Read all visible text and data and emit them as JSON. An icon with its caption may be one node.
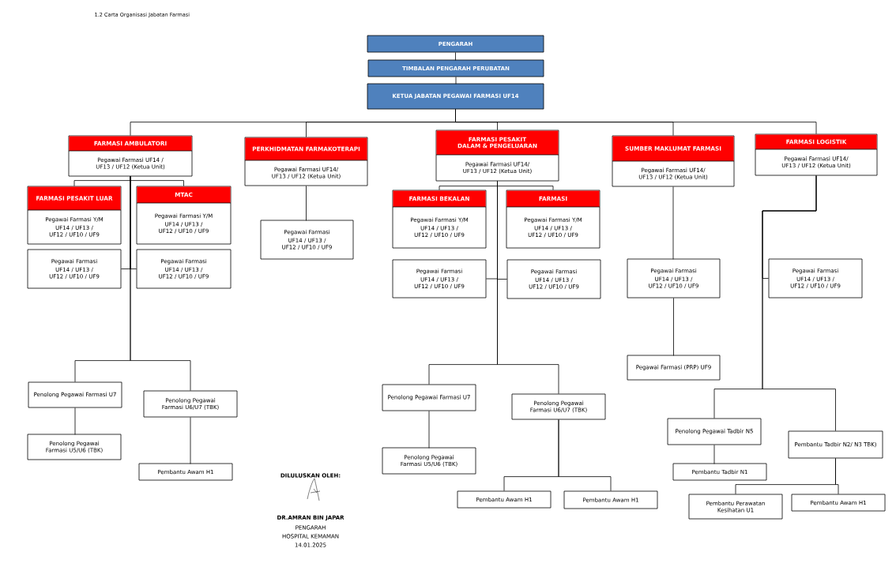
{
  "diagram": {
    "title": "1.2 Carta Organisasi Jabatan Farmasi",
    "nodes": [
      {
        "text": [
          "PENGARAH"
        ]
      },
      {
        "text": [
          "TIMBALAN PENGARAH PERUBATAN"
        ]
      },
      {
        "text": [
          "KETUA JABATAN PEGAWAI FARMASI UF14"
        ]
      },
      {
        "text": [
          "FARMASI AMBULATORI",
          "Pegawai Farmasi UF14 / UF13 / UF12 (Ketua Unit)"
        ]
      },
      {
        "text": [
          "FARMASI PESAKIT LUAR",
          "Pegawai Farmasi Y/M",
          "UF14 / UF13 / UF12 / UF10 / UF9"
        ]
      },
      {
        "text": [
          "MTAC",
          "Pegawai Farmasi Y/M",
          "UF14 / UF13 / UF12 / UF10 / UF9"
        ]
      },
      {
        "text": [
          "Pegawai Farmasi",
          "UF14 / UF13 / UF12 / UF10 / UF9"
        ]
      },
      {
        "text": [
          "Pegawai Farmasi",
          "UF14 / UF13 / UF12 / UF10 / UF9"
        ]
      },
      {
        "text": [
          "PERKHIDMATAN FARMAKOTERAPI",
          "Pegawai Farmasi UF14/ UF13 / UF12 (Ketua Unit)"
        ]
      },
      {
        "text": [
          "Pegawai Farmasi",
          "UF14 / UF13 / UF12 / UF10 / UF9"
        ]
      },
      {
        "text": [
          "FARMASI PESAKIT DALAM & PENGELUARAN",
          "Pegawai Farmasi UF14/ UF13 / UF12 (Ketua Unit)"
        ]
      },
      {
        "text": [
          "FARMASI BEKALAN",
          "Pegawai Farmasi Y/M",
          "UF14 / UF13 / UF12 / UF10 / UF9"
        ]
      },
      {
        "text": [
          "FARMASI",
          "Pegawai Farmasi Y/M",
          "UF14 / UF13 / UF12 / UF10 / UF9"
        ]
      },
      {
        "text": [
          "Pegawai Farmasi",
          "UF14 / UF13 / UF12 / UF10 / UF9"
        ]
      },
      {
        "text": [
          "Pegawai Farmasi",
          "UF14 / UF13 / UF12 / UF10 / UF9"
        ]
      },
      {
        "text": [
          "SUMBER MAKLUMAT FARMASI",
          "Pegawai Farmasi UF14/ UF13 / UF12 (Ketua Unit)"
        ]
      },
      {
        "text": [
          "FARMASI LOGISTIK",
          "Pegawai Farmasi UF14/ UF13 / UF12 (Ketua Unit)"
        ]
      },
      {
        "text": [
          "Pegawai Farmasi",
          "UF14 / UF13 / UF12 / UF10 / UF9"
        ]
      },
      {
        "text": [
          "Pegawai Farmasi (PRP) UF9"
        ]
      },
      {
        "text": [
          "Pegawai Farmasi",
          "UF14 / UF13 / UF12 / UF10 / UF9"
        ]
      },
      {
        "text": [
          "Penolong Pegawai Farmasi U7"
        ]
      },
      {
        "text": [
          "Penolong Pegawai Farmasi U6/U7 (TBK)"
        ]
      },
      {
        "text": [
          "Penolong Pegawai Farmasi U5/U6 (TBK)"
        ]
      },
      {
        "text": [
          "Pembantu Awam H1"
        ]
      },
      {
        "text": [
          "Penolong Pegawai Farmasi U7"
        ]
      },
      {
        "text": [
          "Penolong Pegawai Farmasi U6/U7 (TBK)"
        ]
      },
      {
        "text": [
          "Penolong Pegawai Farmasi U5/U6 (TBK)"
        ]
      },
      {
        "text": [
          "Pembantu Awam H1"
        ]
      },
      {
        "text": [
          "Pembantu Awam H1"
        ]
      },
      {
        "text": [
          "Penolong Pegawai Tadbir N5"
        ]
      },
      {
        "text": [
          "Pembantu Tadbir N2/ N3 TBK)"
        ]
      },
      {
        "text": [
          "Pembantu Tadbir N1"
        ]
      },
      {
        "text": [
          "Pembantu Perawatan Kesihatan U1"
        ]
      },
      {
        "text": [
          "Pembantu Awam H1"
        ]
      }
    ],
    "edges": [
      {
        "from": 0,
        "to": 1,
        "arrow": "none"
      },
      {
        "from": 1,
        "to": 2,
        "arrow": "none"
      },
      {
        "from": 2,
        "to": 3,
        "arrow": "none"
      },
      {
        "from": 2,
        "to": 8,
        "arrow": "none"
      },
      {
        "from": 2,
        "to": 10,
        "arrow": "none"
      },
      {
        "from": 2,
        "to": 15,
        "arrow": "none"
      },
      {
        "from": 2,
        "to": 16,
        "arrow": "none"
      },
      {
        "from": 3,
        "to": 4,
        "arrow": "none"
      },
      {
        "from": 3,
        "to": 5,
        "arrow": "none"
      },
      {
        "from": 3,
        "to": 6,
        "arrow": "none"
      },
      {
        "from": 3,
        "to": 7,
        "arrow": "none"
      },
      {
        "from": 3,
        "to": 20,
        "arrow": "none"
      },
      {
        "from": 3,
        "to": 21,
        "arrow": "none"
      },
      {
        "from": 20,
        "to": 22,
        "arrow": "none"
      },
      {
        "from": 21,
        "to": 23,
        "arrow": "none"
      },
      {
        "from": 8,
        "to": 9,
        "arrow": "none"
      },
      {
        "from": 10,
        "to": 11,
        "arrow": "none"
      },
      {
        "from": 10,
        "to": 12,
        "arrow": "none"
      },
      {
        "from": 10,
        "to": 13,
        "arrow": "none"
      },
      {
        "from": 10,
        "to": 14,
        "arrow": "none"
      },
      {
        "from": 10,
        "to": 24,
        "arrow": "none"
      },
      {
        "from": 10,
        "to": 25,
        "arrow": "none"
      },
      {
        "from": 24,
        "to": 26,
        "arrow": "none"
      },
      {
        "from": 25,
        "to": 27,
        "arrow": "none"
      },
      {
        "from": 25,
        "to": 28,
        "arrow": "none"
      },
      {
        "from": 15,
        "to": 17,
        "arrow": "none"
      },
      {
        "from": 17,
        "to": 18,
        "arrow": "none"
      },
      {
        "from": 16,
        "to": 19,
        "arrow": "none"
      },
      {
        "from": 16,
        "to": 29,
        "arrow": "none"
      },
      {
        "from": 16,
        "to": 30,
        "arrow": "none"
      },
      {
        "from": 29,
        "to": 31,
        "arrow": "none"
      },
      {
        "from": 30,
        "to": 32,
        "arrow": "none"
      },
      {
        "from": 30,
        "to": 33,
        "arrow": "none"
      }
    ],
    "labels": [
      "DILULUSKAN OLEH:",
      "DR.AMRAN BIN JAPAR",
      "PENGARAH",
      "HOSPITAL KEMAMAN",
      "14.01.2025"
    ]
  }
}
